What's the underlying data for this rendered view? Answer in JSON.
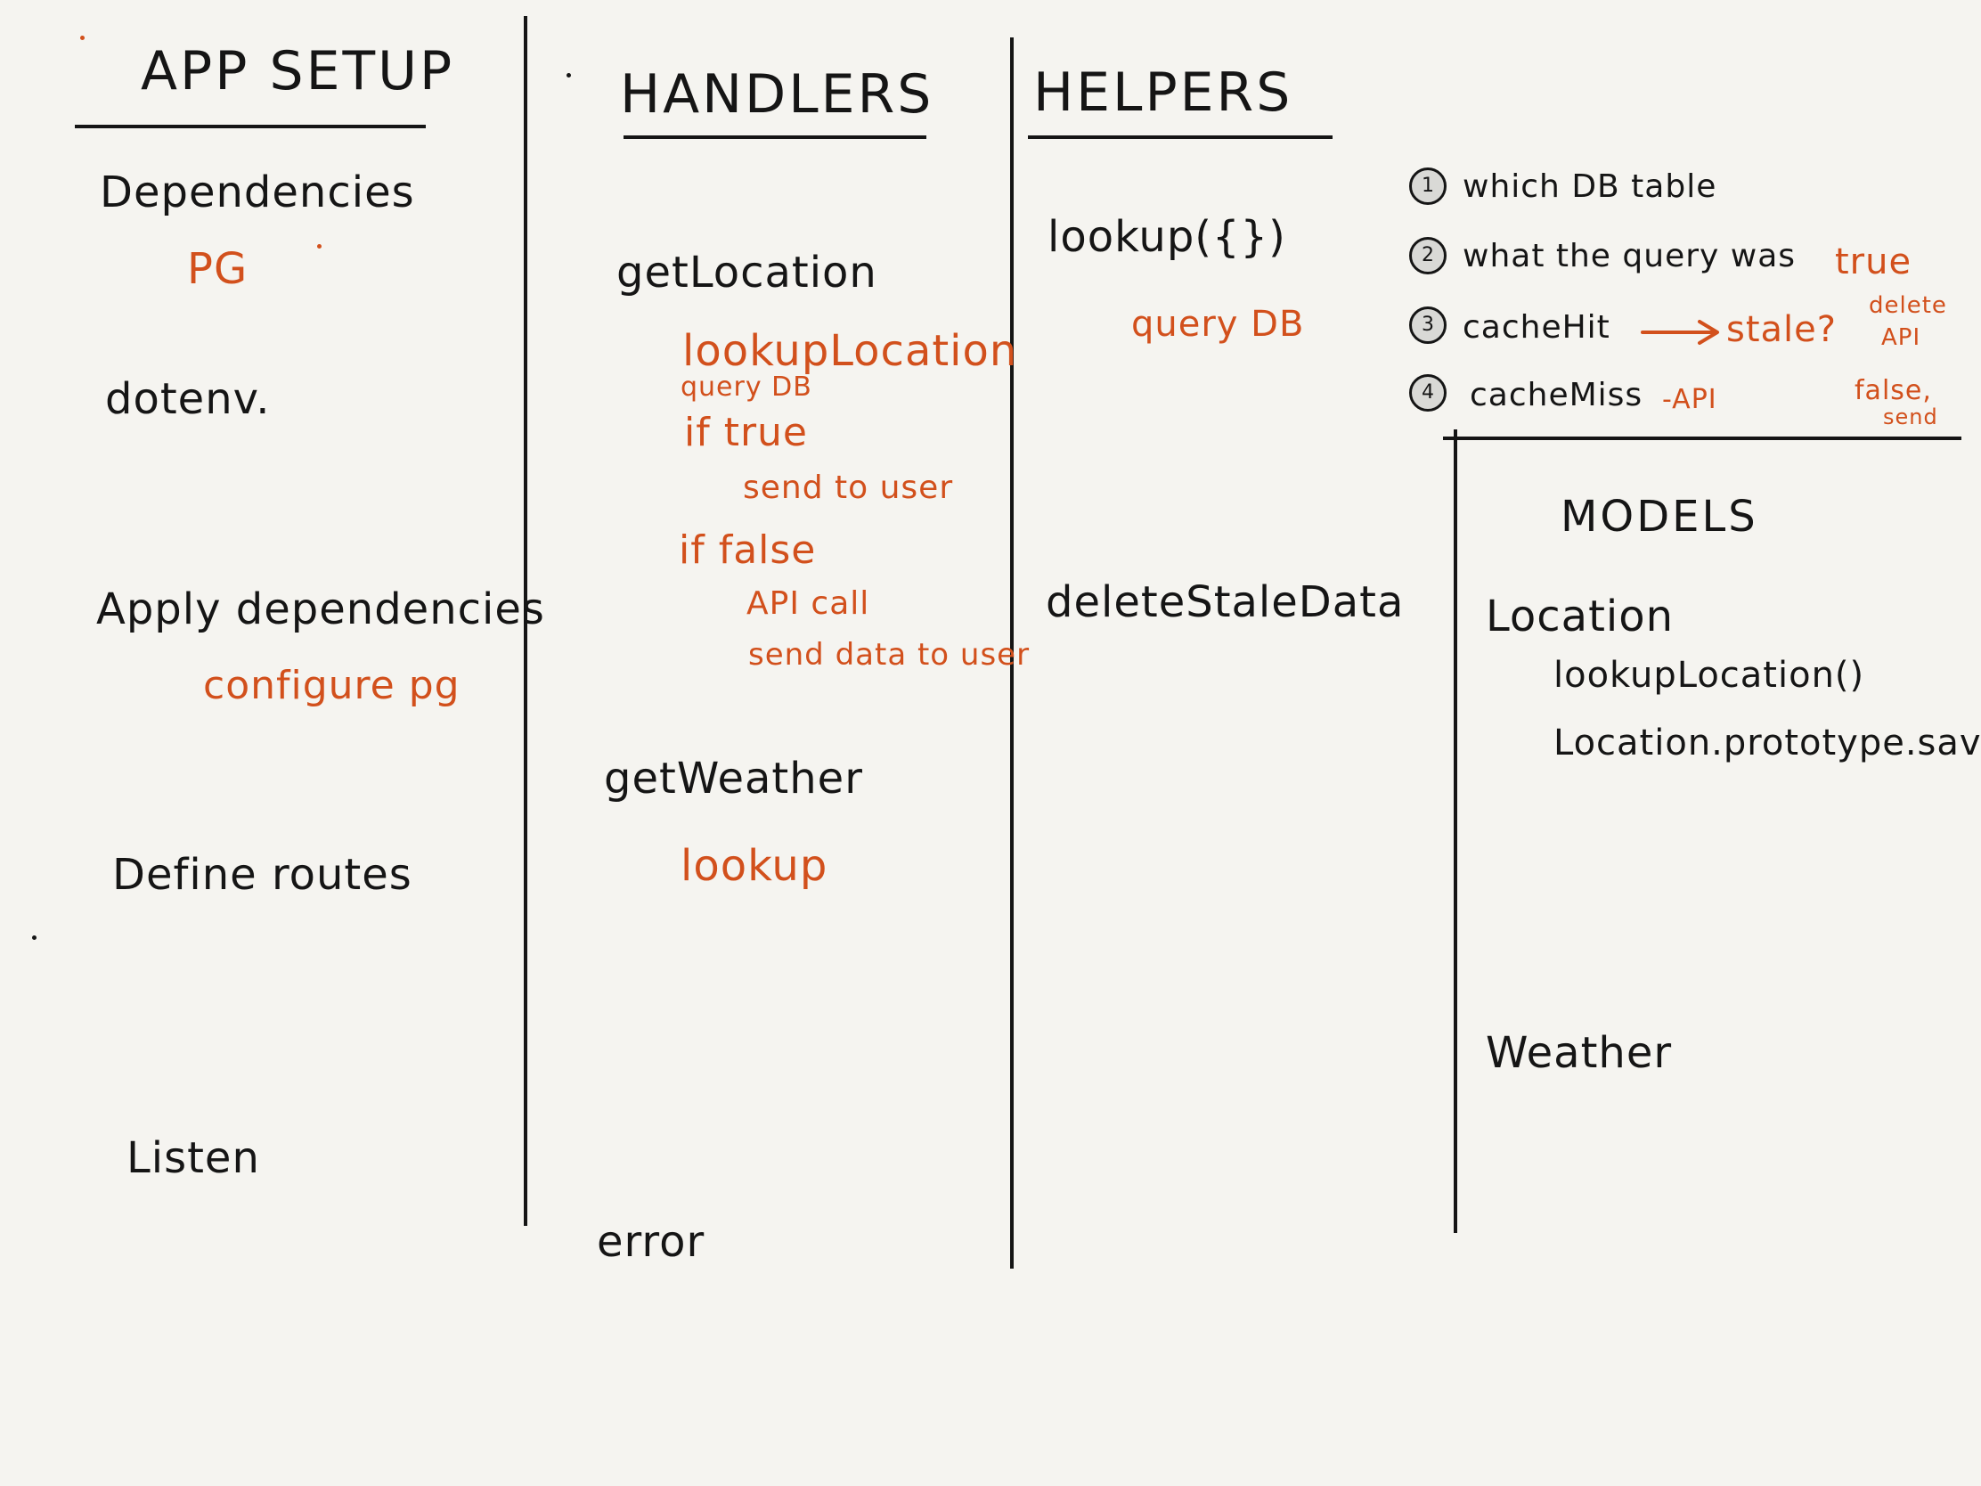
{
  "colors": {
    "ink": "#151515",
    "accent": "#d2501c",
    "paper": "#f5f4f0"
  },
  "app_setup": {
    "heading": "APP SETUP",
    "dependencies": "Dependencies",
    "pg": "PG",
    "dotenv": "dotenv.",
    "apply": "Apply dependencies",
    "configure": "configure pg",
    "routes": "Define routes",
    "listen": "Listen"
  },
  "handlers": {
    "heading": "HANDLERS",
    "get_location": "getLocation",
    "lookup_location": "lookupLocation",
    "query_db": "query DB",
    "if_true": "if true",
    "send_to_user": "send to user",
    "if_false": "if false",
    "api_call": "API call",
    "send_data": "send data to user",
    "get_weather": "getWeather",
    "lookup": "lookup",
    "error": "error"
  },
  "helpers": {
    "heading": "HELPERS",
    "lookup": "lookup({})",
    "query_db": "query DB",
    "delete_stale": "deleteStaleData",
    "notes": [
      {
        "num": "1",
        "text": "which DB table"
      },
      {
        "num": "2",
        "text": "what the query was"
      },
      {
        "num": "3",
        "text": "cacheHit"
      },
      {
        "num": "4",
        "text": "cacheMiss"
      }
    ],
    "stale": "stale?",
    "api_suffix": "-API",
    "true_note": "true",
    "delete_api": [
      "delete",
      "API"
    ],
    "false_send": [
      "false,",
      "send"
    ]
  },
  "models": {
    "heading": "MODELS",
    "location": "Location",
    "lookup_location": "lookupLocation()",
    "save": "Location.prototype.save",
    "weather": "Weather"
  }
}
